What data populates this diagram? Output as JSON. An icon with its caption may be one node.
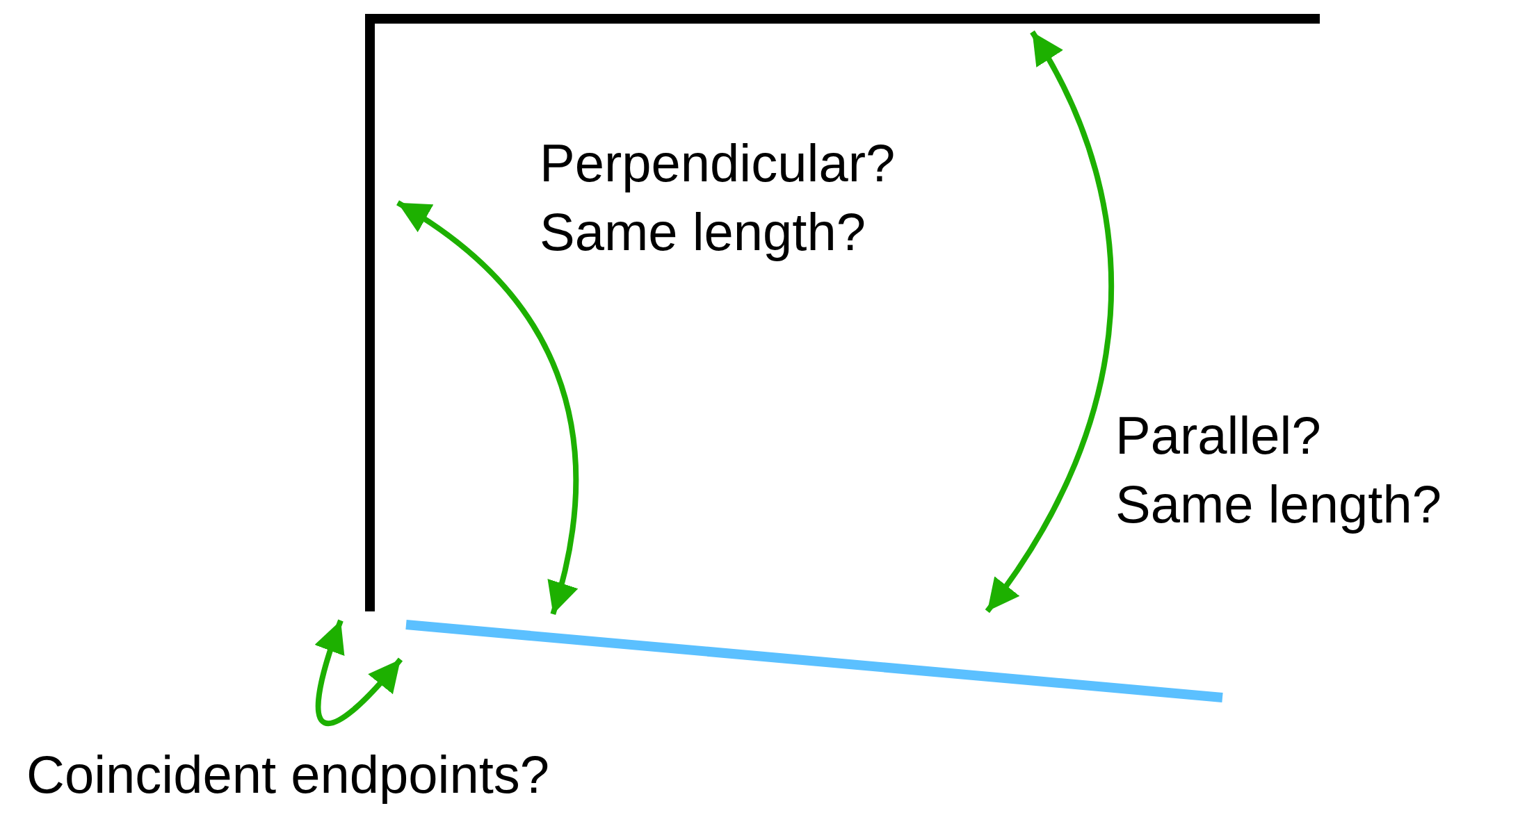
{
  "diagram": {
    "nodes": [
      {
        "text": [],
        "shape": "line"
      },
      {
        "text": [],
        "shape": "line"
      },
      {
        "text": [],
        "shape": "line"
      }
    ],
    "edges": [
      {
        "from": 1,
        "to": 2,
        "arrow": "both",
        "label": "Perpendicular? Same length?"
      },
      {
        "from": 0,
        "to": 2,
        "arrow": "both",
        "label": "Parallel? Same length?"
      },
      {
        "from": 1,
        "to": 2,
        "arrow": "both",
        "label": "Coincident endpoints?"
      }
    ]
  }
}
